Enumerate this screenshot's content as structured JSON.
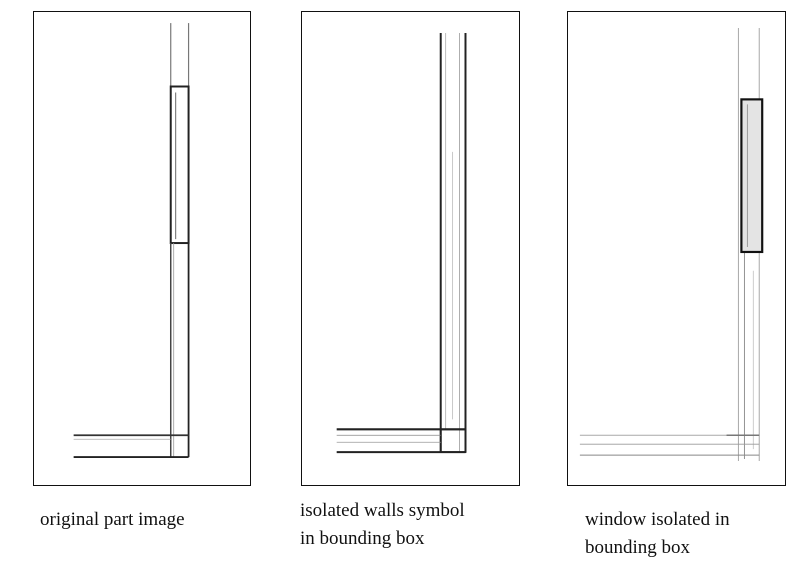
{
  "panels": [
    {
      "id": "original",
      "caption": "original part image"
    },
    {
      "id": "walls",
      "caption": "isolated walls symbol\nin bounding box"
    },
    {
      "id": "window",
      "caption": "window isolated in\nbounding box"
    }
  ],
  "colors": {
    "frame": "#111111",
    "line_dark": "#222222",
    "line_light": "#9a9a9a",
    "window_fill": "#e4e4e4"
  }
}
